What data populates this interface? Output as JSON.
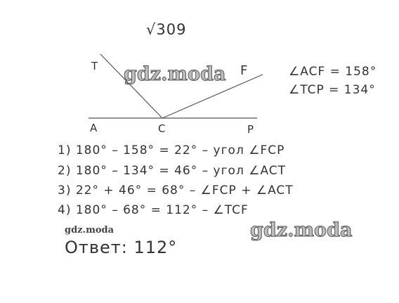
{
  "problem": {
    "number": "√309"
  },
  "figure": {
    "points": {
      "T": "T",
      "F": "F",
      "A": "A",
      "C": "C",
      "P": "P"
    }
  },
  "given": {
    "line1": "∠ACF = 158°",
    "line2": "∠TCP = 134°"
  },
  "solution": {
    "step1": "1) 180° – 158° = 22° – угол ∠FCP",
    "step2": "2) 180° – 134° = 46° – угол ∠ACT",
    "step3": "3) 22° + 46° = 68° –  ∠FCP + ∠ACT",
    "step4": "4) 180° – 68° = 112° –  ∠TCF"
  },
  "answer": "Ответ: 112°",
  "watermarks": [
    "gdz.moda",
    "gdz.moda",
    "gdz.moda"
  ]
}
